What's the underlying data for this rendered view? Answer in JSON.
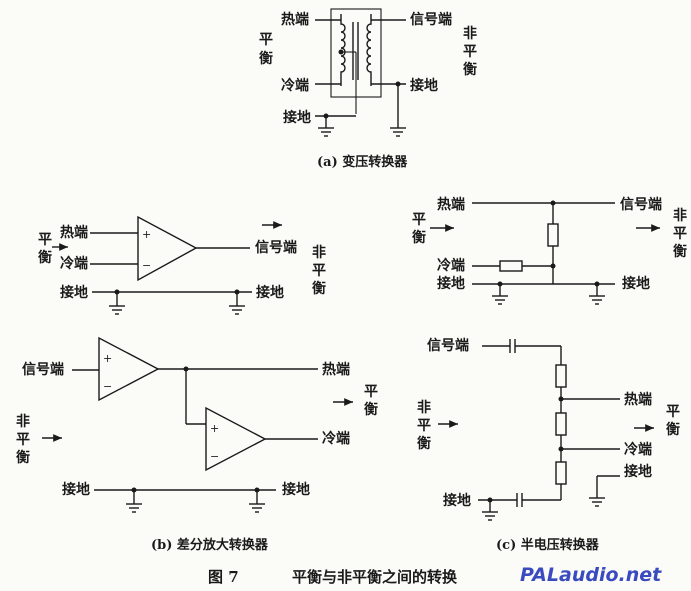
{
  "a": {
    "hot": "热端",
    "cold": "冷端",
    "ground": "接地",
    "balanced": [
      "平",
      "衡"
    ],
    "signal": "信号端",
    "unbalanced": [
      "非",
      "平",
      "衡"
    ],
    "ground_right": "接地",
    "caption": "(a) 变压转换器"
  },
  "b_top": {
    "balanced": [
      "平",
      "衡"
    ],
    "hot": "热端",
    "cold": "冷端",
    "signal": "信号端",
    "unbalanced": [
      "非",
      "平",
      "衡"
    ],
    "ground_left": "接地",
    "ground_right": "接地",
    "plus": "+",
    "minus": "−"
  },
  "b_bottom": {
    "signal": "信号端",
    "unbalanced": [
      "非",
      "平",
      "衡"
    ],
    "hot": "热端",
    "cold": "冷端",
    "balanced": [
      "平",
      "衡"
    ],
    "ground_left": "接地",
    "ground_right": "接地",
    "plus": "+",
    "minus": "−",
    "caption": "(b) 差分放大转换器"
  },
  "c_top": {
    "balanced": [
      "平",
      "衡"
    ],
    "hot": "热端",
    "cold": "冷端",
    "ground": "接地",
    "signal": "信号端",
    "unbalanced": [
      "非",
      "平",
      "衡"
    ],
    "ground_right": "接地"
  },
  "c_bottom": {
    "signal": "信号端",
    "unbalanced": [
      "非",
      "平",
      "衡"
    ],
    "hot": "热端",
    "cold": "冷端",
    "ground_right": "接地",
    "balanced": [
      "平",
      "衡"
    ],
    "ground_left": "接地",
    "caption": "(c) 半电压转换器"
  },
  "figure": {
    "number": "图 7",
    "title": "平衡与非平衡之间的转换"
  },
  "watermark": "PALaudio.net"
}
